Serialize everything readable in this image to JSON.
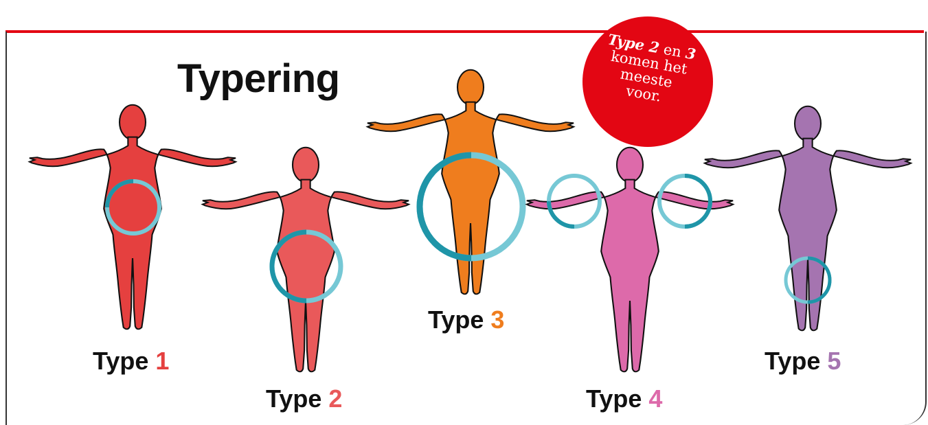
{
  "title": "Typering",
  "badge": {
    "t1": "Type 2",
    "t2": " en ",
    "t3": "3",
    "l2": "komen het",
    "l3": "meeste",
    "l4": "voor."
  },
  "types": [
    {
      "word": "Type",
      "num": "1",
      "color": "#e5403f"
    },
    {
      "word": "Type",
      "num": "2",
      "color": "#e9595a"
    },
    {
      "word": "Type",
      "num": "3",
      "color": "#ef7d1e"
    },
    {
      "word": "Type",
      "num": "4",
      "color": "#dd6aaa"
    },
    {
      "word": "Type",
      "num": "5",
      "color": "#a574b0"
    }
  ],
  "colors": {
    "accent": "#e30613",
    "ring_dark": "#1f95a8",
    "ring_light": "#76c8d5"
  }
}
